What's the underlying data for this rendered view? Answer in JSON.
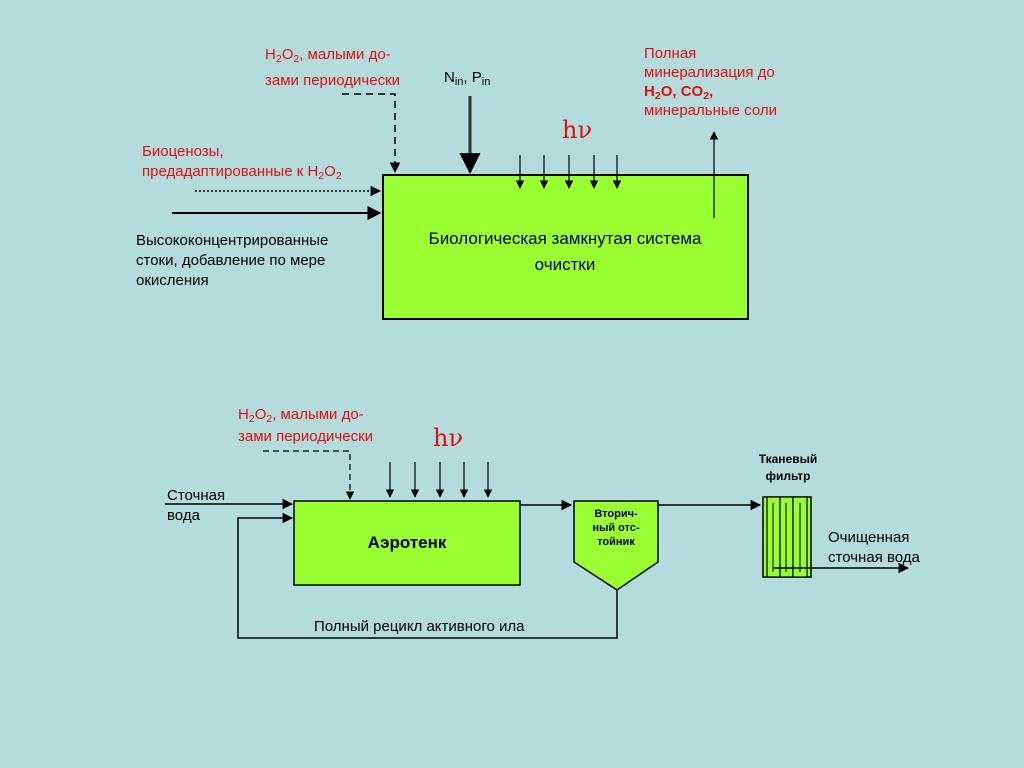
{
  "top": {
    "h2o2_line1_pre": "H",
    "h2o2_line1_sub1": "2",
    "h2o2_line1_mid": "O",
    "h2o2_line1_sub2": "2",
    "h2o2_line1_post": ", малыми до-",
    "h2o2_line2": "зами периодически",
    "n_pre": "N",
    "n_sub": "in",
    "sep": ", ",
    "p_pre": "P",
    "p_sub": "in",
    "miner_line1": "Полная",
    "miner_line2": "минерализация до",
    "miner_line3a": "H",
    "miner_line3b": "2",
    "miner_line3c": "O, CO",
    "miner_line3d": "2",
    "miner_line3e": ",",
    "miner_line4": "минеральные соли",
    "hv": "hν",
    "bio_line1": "Биоценозы,",
    "bio_line2_pre": "предадаптированные к H",
    "bio_line2_sub1": "2",
    "bio_line2_mid": "O",
    "bio_line2_sub2": "2",
    "high_line1": "Высококонцентрированные",
    "high_line2": "стоки, добавление по мере",
    "high_line3": "окисления",
    "box_line1": "Биологическая замкнутая система",
    "box_line2": "очистки"
  },
  "bottom": {
    "h2o2_line1_pre": "H",
    "h2o2_line1_sub1": "2",
    "h2o2_line1_mid": "O",
    "h2o2_line1_sub2": "2",
    "h2o2_line1_post": ", малыми до-",
    "h2o2_line2": "зами периодически",
    "hv": "hν",
    "waste_line1": "Сточная",
    "waste_line2": "вода",
    "aerotank": "Аэротенк",
    "settler_line1": "Вторич-",
    "settler_line2": "ный отс-",
    "settler_line3": "тойник",
    "filter_line1": "Тканевый",
    "filter_line2": "фильтр",
    "clean_line1": "Очищенная",
    "clean_line2": "сточная вода",
    "recycle": "Полный рецикл активного ила"
  },
  "colors": {
    "background": "#b4dcdc",
    "box_fill": "#99ff33",
    "red_text": "#e01010",
    "line": "#000000"
  }
}
